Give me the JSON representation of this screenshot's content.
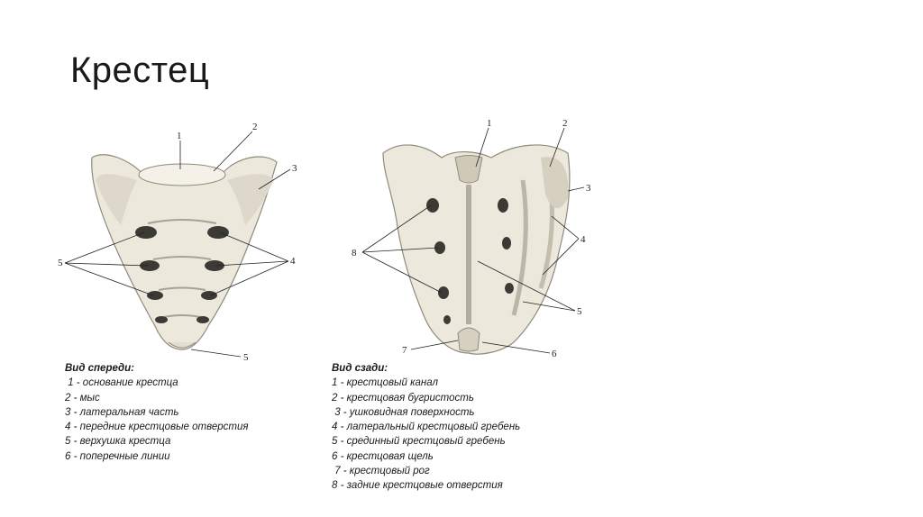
{
  "slide": {
    "title": "Крестец"
  },
  "front_figure": {
    "labels": {
      "l1": "1",
      "l2": "2",
      "l3": "3",
      "l4": "4",
      "l5a": "5",
      "l5b": "5"
    }
  },
  "back_figure": {
    "labels": {
      "l1": "1",
      "l2": "2",
      "l3": "3",
      "l4": "4",
      "l5": "5",
      "l6": "6",
      "l7": "7",
      "l8": "8"
    }
  },
  "legend_front": {
    "heading": "Вид спереди:",
    "items": [
      " 1 - основание крестца",
      "2 - мыс",
      "3 - латеральная часть",
      "4 - передние крестцовые отверстия",
      "5 - верхушка крестца",
      "6 - поперечные линии"
    ]
  },
  "legend_back": {
    "heading": "Вид сзади:",
    "items": [
      "1 - крестцовый канал",
      "2 - крестцовая бугристость",
      " 3 - ушковидная поверхность",
      "4 - латеральный крестцовый гребень",
      "5 - срединный крестцовый гребень",
      "6 - крестцовая щель",
      " 7 - крестцовый рог",
      "8 - задние крестцовые отверстия"
    ]
  },
  "colors": {
    "bone": "#ece8dc",
    "bone_shade": "#cfc9b8",
    "bone_dark": "#8f8a7c",
    "foramen": "#3c3a35"
  }
}
